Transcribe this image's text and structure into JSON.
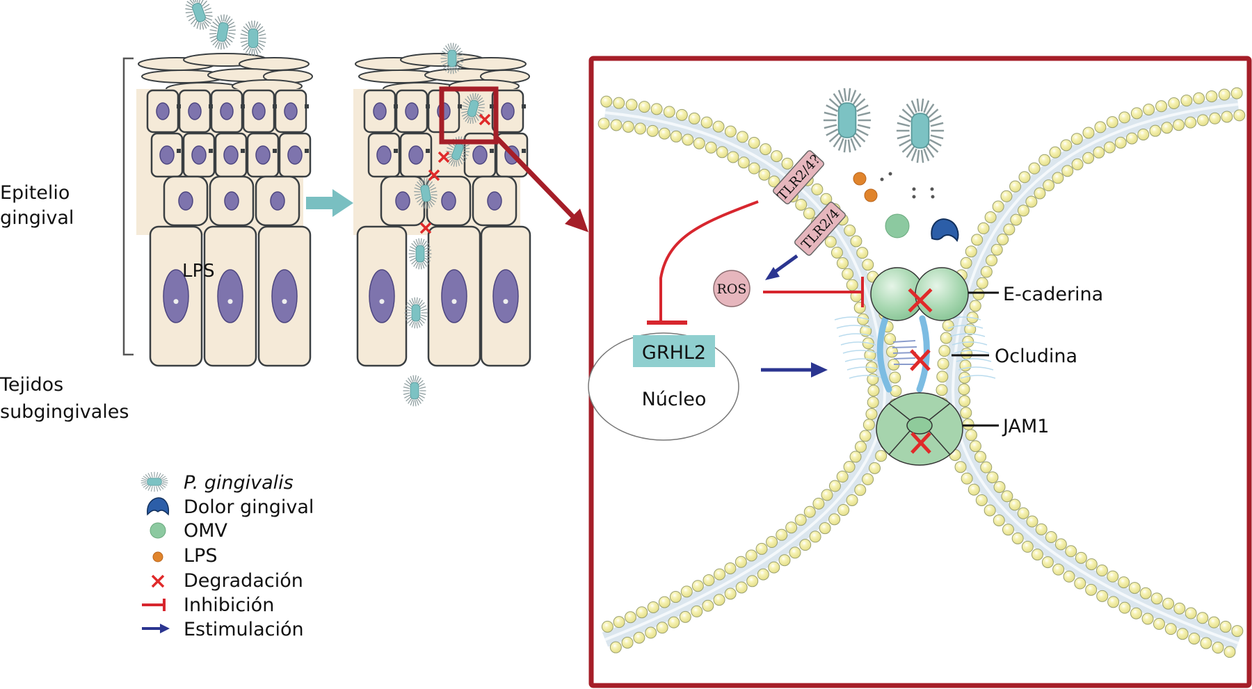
{
  "side_labels": {
    "epithelium_line1": "Epitelio",
    "epithelium_line2": "gingival",
    "subgingival_line1": "Tejidos",
    "subgingival_line2": "subgingivales",
    "lps_in_tissue": "LPS"
  },
  "zoom_panel": {
    "receptor_uncertain": "TLR2/4?",
    "receptor": "TLR2/4",
    "ros": "ROS",
    "transcription_factor": "GRHL2",
    "nucleus": "Núcleo",
    "junctions": {
      "e_cadherin": "E-caderina",
      "occludin": "Ocludina",
      "jam1": "JAM1"
    }
  },
  "legend": {
    "items": [
      {
        "icon": "bacterium-icon",
        "label": "P. gingivalis",
        "italic": true
      },
      {
        "icon": "gingipain-icon",
        "label": "Dolor gingival",
        "italic": false
      },
      {
        "icon": "omv-icon",
        "label": "OMV",
        "italic": false
      },
      {
        "icon": "lps-dot-icon",
        "label": "LPS",
        "italic": false
      },
      {
        "icon": "degradation-x-icon",
        "label": "Degradación",
        "italic": false
      },
      {
        "icon": "inhibition-icon",
        "label": "Inhibición",
        "italic": false
      },
      {
        "icon": "stimulation-arrow-icon",
        "label": "Estimulación",
        "italic": false
      }
    ]
  },
  "colors": {
    "frame_red": "#a51e28",
    "inhibit_red": "#d7262e",
    "stim_blue": "#2b3590",
    "teal_arrow": "#79bfc1",
    "cell_fill": "#f5ead8",
    "nucleus_purple": "#7e74ad",
    "lipid_head": "#f4f0a8",
    "tlr_pink": "#e6b6bd",
    "omv_green": "#8cc9a0",
    "lps_orange": "#e0842c",
    "gingipain_blue": "#2c5ea8",
    "grhl2_teal": "#8fcfcf"
  }
}
